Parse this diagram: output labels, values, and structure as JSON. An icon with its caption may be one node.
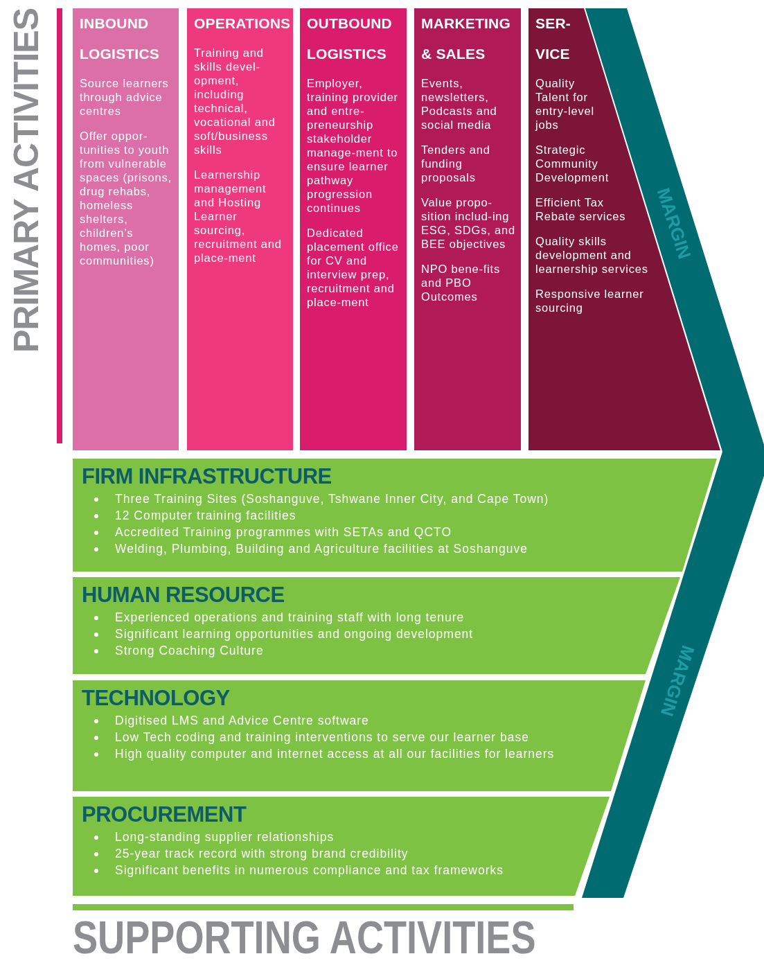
{
  "diagram": {
    "nodes": [
      {
        "text": [
          "INBOUND LOGISTICS",
          "Source learners through advice centres",
          "Offer oppor-tunities to youth from vulnerable spaces (prisons, drug rehabs, homeless shelters, children’s homes, poor communities)"
        ]
      },
      {
        "text": [
          "OPERATIONS",
          "Training and skills devel-opment, including technical, vocational and soft/business skills",
          "Learnership management and Hosting Learner sourcing, recruitment and place-ment"
        ]
      },
      {
        "text": [
          "OUTBOUND LOGISTICS",
          "Employer, training provider and entre-preneurship stakeholder manage-ment to ensure learner pathway progression continues",
          "Dedicated placement office for CV and interview prep, recruitment and place-ment"
        ]
      },
      {
        "text": [
          "MARKETING & SALES",
          "Events, newsletters, Podcasts and social media",
          "Tenders and funding proposals",
          "Value propo-sition includ-ing ESG, SDGs, and BEE objectives",
          "NPO bene-fits and PBO Outcomes"
        ]
      },
      {
        "text": [
          "SER-VICE",
          "Quality Talent for entry-level jobs",
          "Strategic Community Development",
          "Efficient Tax Rebate services",
          "Quality skills development and learnership services",
          "Responsive learner sourcing"
        ]
      },
      {
        "text": [
          "MARGIN",
          "MARGIN"
        ]
      },
      {
        "text": [
          "FIRM INFRASTRUCTURE",
          "Three Training Sites (Soshanguve, Tshwane Inner City, and Cape Town)",
          "12 Computer training facilities",
          "Accredited Training programmes with SETAs and QCTO",
          "Welding, Plumbing, Building and Agriculture facilities at Soshanguve"
        ]
      },
      {
        "text": [
          "HUMAN RESOURCE",
          "Experienced operations and training staff with long tenure",
          "Significant learning opportunities and ongoing development",
          "Strong Coaching Culture"
        ]
      },
      {
        "text": [
          "TECHNOLOGY",
          "Digitised LMS and Advice Centre software",
          "Low Tech coding and training interventions to serve our learner base",
          "High quality computer and internet access at all our facilities for learners"
        ]
      },
      {
        "text": [
          "PROCUREMENT",
          "Long-standing supplier relationships",
          "25-year track record with strong brand credibility",
          "Significant benefits in numerous compliance and tax frameworks"
        ]
      }
    ],
    "labels": [
      "PRIMARY ACTIVITIES",
      "SUPPORTING ACTIVITIES"
    ]
  }
}
